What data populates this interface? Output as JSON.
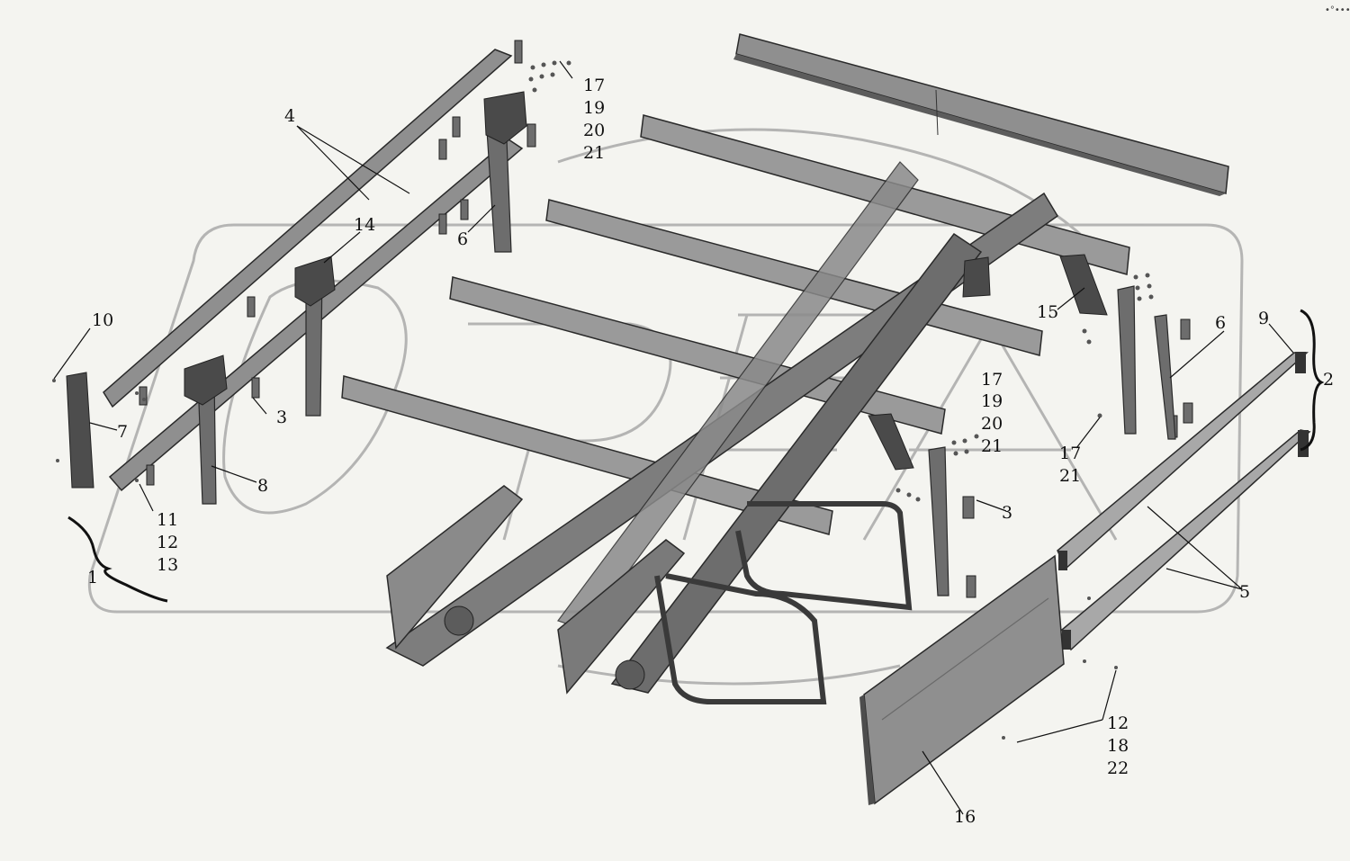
{
  "diagram": {
    "kind": "exploded-parts-assembly",
    "colors": {
      "background": "#f4f4f0",
      "part_fill": "#8f8f8f",
      "part_dark": "#5c5c5c",
      "part_light": "#b4b4b4",
      "outline": "#2a2a2a",
      "watermark": "#9a9a9a",
      "leader": "#111111"
    },
    "watermark_icon": "watermark-logo",
    "corner_mark": "•°•••",
    "labels": {
      "l17a": "17",
      "l19a": "19",
      "l20a": "20",
      "l21a": "21",
      "l4": "4",
      "l14": "14",
      "l6a": "6",
      "l10": "10",
      "l7": "7",
      "l3a": "3",
      "l8": "8",
      "l11": "11",
      "l12a": "12",
      "l13": "13",
      "l1": "1",
      "l15": "15",
      "l6b": "6",
      "l9": "9",
      "l2": "2",
      "l17b": "17",
      "l19b": "19",
      "l20b": "20",
      "l21b": "21",
      "l17c": "17",
      "l21c": "21",
      "l3b": "3",
      "l5": "5",
      "l12b": "12",
      "l18": "18",
      "l22": "22",
      "l16": "16"
    }
  }
}
